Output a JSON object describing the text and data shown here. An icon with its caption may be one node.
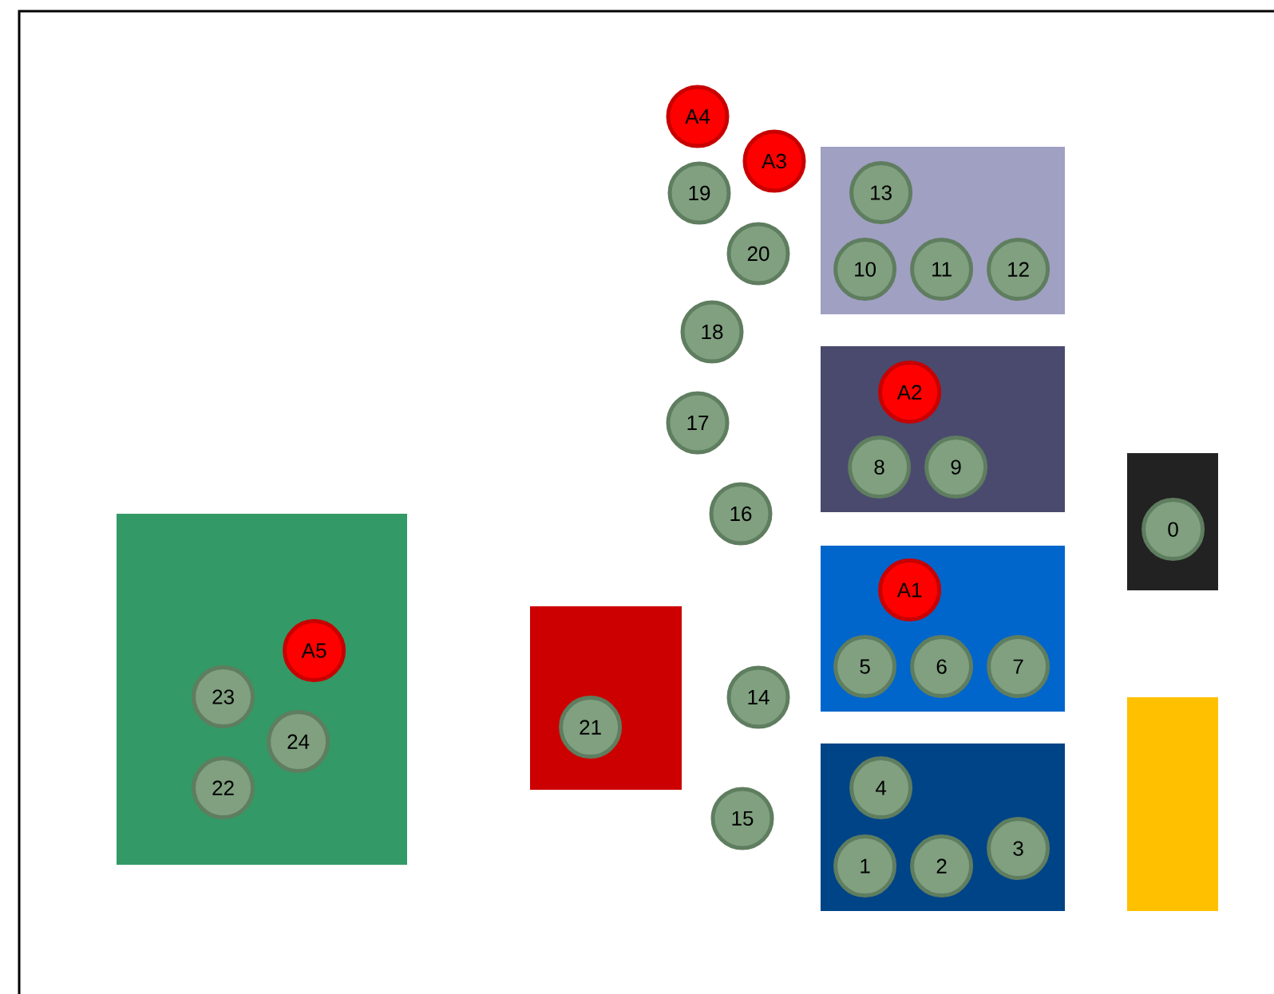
{
  "diagram": {
    "nodes": [
      {
        "text": [
          "A4"
        ]
      },
      {
        "text": [
          "A3"
        ]
      },
      {
        "text": [
          "19"
        ]
      },
      {
        "text": [],
        "shape": "box"
      },
      {
        "text": [
          "13"
        ],
        "in": 3
      },
      {
        "text": [
          "10"
        ],
        "in": 3
      },
      {
        "text": [
          "11"
        ],
        "in": 3
      },
      {
        "text": [
          "12"
        ],
        "in": 3
      },
      {
        "text": [
          "20"
        ]
      },
      {
        "text": [
          "18"
        ]
      },
      {
        "text": [],
        "shape": "box"
      },
      {
        "text": [
          "A2"
        ],
        "in": 10
      },
      {
        "text": [
          "8"
        ],
        "in": 10
      },
      {
        "text": [
          "9"
        ],
        "in": 10
      },
      {
        "text": [
          "17"
        ]
      },
      {
        "text": [],
        "shape": "box"
      },
      {
        "text": [
          "0"
        ],
        "in": 15
      },
      {
        "text": [
          "16"
        ]
      },
      {
        "text": [],
        "shape": "box"
      },
      {
        "text": [
          "A1"
        ],
        "in": 18
      },
      {
        "text": [
          "5"
        ],
        "in": 18
      },
      {
        "text": [
          "6"
        ],
        "in": 18
      },
      {
        "text": [
          "7"
        ],
        "in": 18
      },
      {
        "text": [],
        "shape": "box"
      },
      {
        "text": [
          "A5"
        ],
        "in": 23
      },
      {
        "text": [
          "23"
        ],
        "in": 23
      },
      {
        "text": [
          "24"
        ],
        "in": 23
      },
      {
        "text": [
          "22"
        ],
        "in": 23
      },
      {
        "text": [],
        "shape": "box"
      },
      {
        "text": [
          "21"
        ],
        "in": 28
      },
      {
        "text": [
          "14"
        ]
      },
      {
        "text": [],
        "shape": "box"
      },
      {
        "text": [],
        "shape": "box"
      },
      {
        "text": [
          "4"
        ],
        "in": 32
      },
      {
        "text": [
          "1"
        ],
        "in": 32
      },
      {
        "text": [
          "2"
        ],
        "in": 32
      },
      {
        "text": [
          "3"
        ],
        "in": 32
      },
      {
        "text": [
          "15"
        ]
      }
    ]
  }
}
